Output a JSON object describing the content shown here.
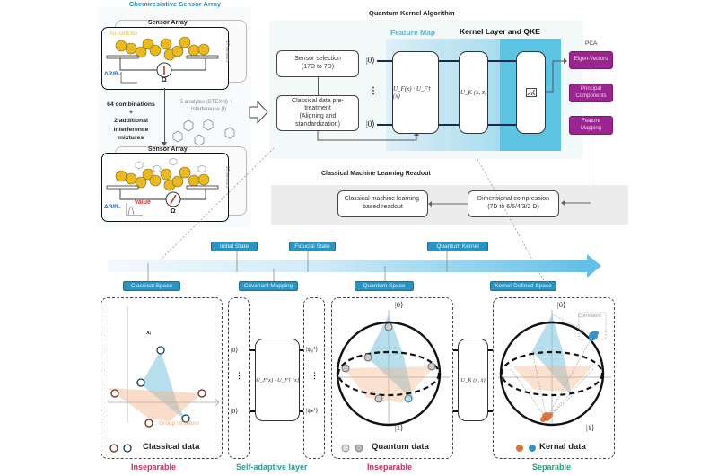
{
  "sensor_panel": {
    "title": "Chemiresistive Sensor Array",
    "top_array": {
      "label": "Sensor Array",
      "side_label": "17 sensors",
      "particles_label": "Au particles",
      "signal_label": "ΔR/R₀",
      "ohm_label": "Ω"
    },
    "combinations": [
      "64 combinations",
      "+",
      "2 additional",
      "interference",
      "mixtures"
    ],
    "analytes": [
      "5 analytes (BTEXN) +",
      "1 interference (I)"
    ],
    "bottom_array": {
      "label": "Sensor Array",
      "side_label": "17 sensors",
      "signal_label": "ΔR/R₀",
      "value_label": "value",
      "ohm_label": "Ω"
    }
  },
  "algorithm": {
    "title": "Quantum Kernel Algorithm",
    "feature_map_label": "Feature Map",
    "kernel_label": "Kernel Layer and QKE",
    "sensor_selection": [
      "Sensor selection",
      "(17D to 7D)"
    ],
    "pretreatment": [
      "Classical data pre-",
      "treatment",
      "(Aligning and",
      "standardization)"
    ],
    "ket_top": "|0⟩",
    "ket_bottom": "|0⟩",
    "dots": "⋮",
    "gate_feature": "U_F(x) · U_F† (x)",
    "gate_kernel": "U_K (x, x̄)",
    "measure_icon": "meter-icon"
  },
  "pca": {
    "title": "PCA",
    "steps": [
      "Eigen-Vectors",
      "Principal Components",
      "Feature Mapping"
    ],
    "color": "#9b2590"
  },
  "readout": {
    "title": "Classical Machine Learning Readout",
    "ml_box": [
      "Classical machine learning-",
      "based readout"
    ],
    "compression_box": [
      "Dimensional compression",
      "(7D to 6/5/4/3/2 D)"
    ]
  },
  "timeline": {
    "top_tags": [
      "Initial State",
      "Fiducial State",
      "Quantum Kernel"
    ],
    "bottom_tags": [
      "Classical Space",
      "Covariant Mapping",
      "Quantum Space",
      "Kernel-Defined Space"
    ],
    "accent": "#2a93c0"
  },
  "panels": {
    "classical": {
      "point_label": "xᵢ",
      "group_label": "Group structure",
      "legend": "Classical data",
      "caption": "Inseparable",
      "caption_color": "#c0335a"
    },
    "mapping": {
      "ket_in_top": "|0⟩",
      "ket_in_bottom": "|0⟩",
      "ket_out_top": "|ψ₀¹⟩",
      "ket_out_bottom": "|ψₙ¹⟩",
      "dots": "⋮",
      "gate": "U_F(x) · U_F† (x)",
      "caption": "Self-adaptive layer",
      "caption_color": "#2a9d8f"
    },
    "quantum": {
      "ket_top": "|0⟩",
      "ket_bottom": "|1⟩",
      "legend": "Quantum data",
      "caption": "Inseparable",
      "caption_color": "#c0335a"
    },
    "kernel_gate": "U_K (x, x̄)",
    "kernel": {
      "ket_top": "|0⟩",
      "ket_bottom": "|1⟩",
      "correlated_label": "Correlated",
      "legend": "Kernal data",
      "caption": "Separable",
      "caption_color": "#2a9d6f"
    }
  },
  "colors": {
    "gold": "#e8b923",
    "blue_point": "#3a8fc4",
    "orange_point": "#d9743a",
    "feature_bg": "#cfeaf5",
    "kernel_bg": "#5cc3e3"
  }
}
